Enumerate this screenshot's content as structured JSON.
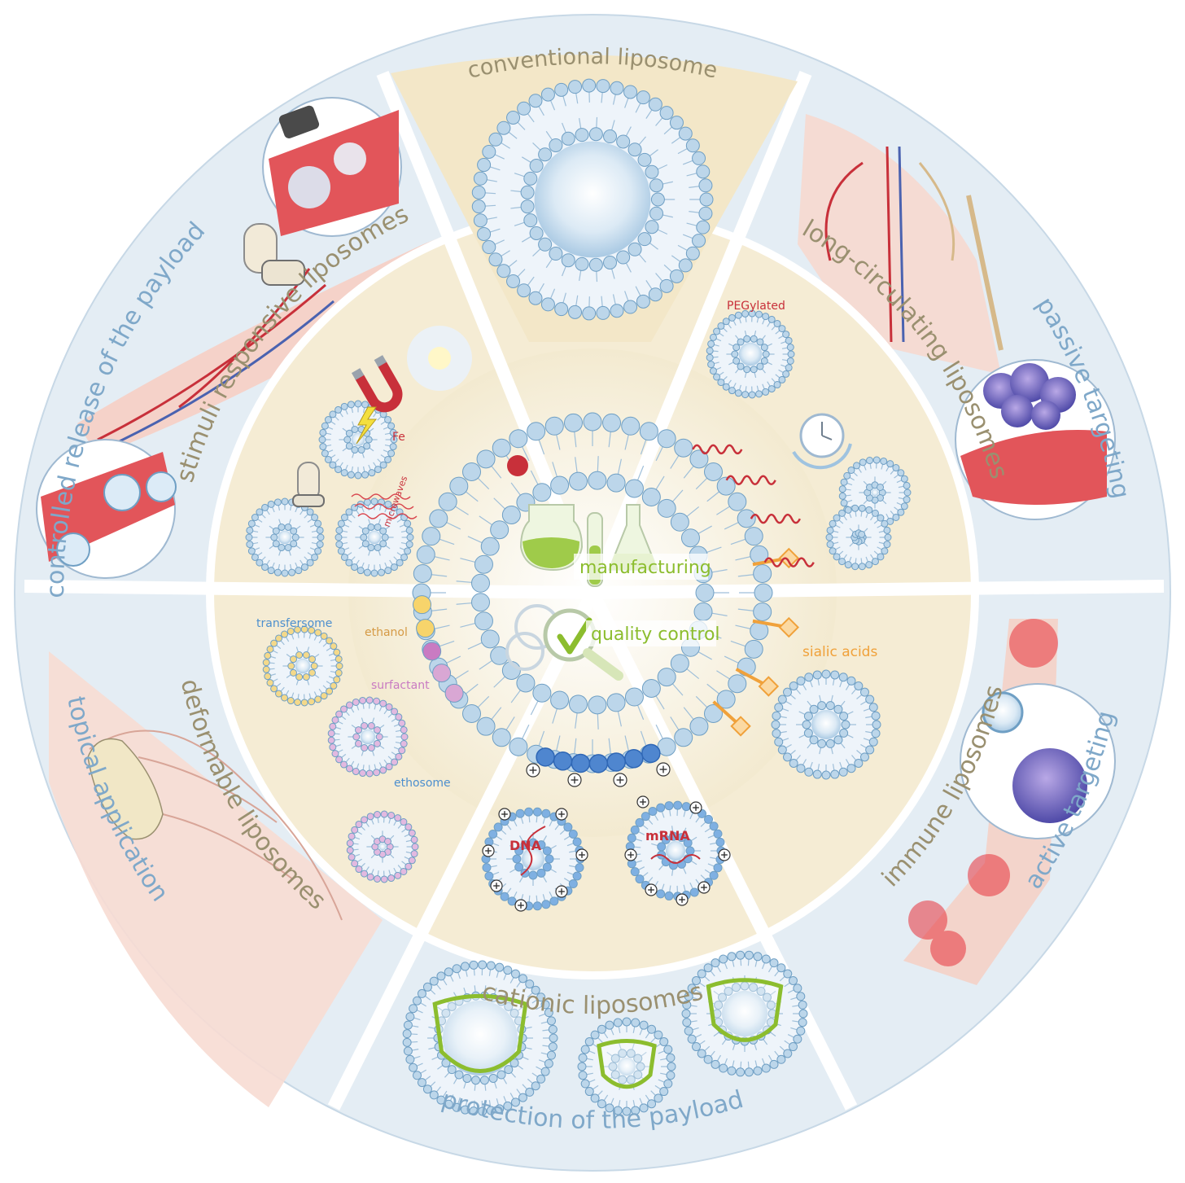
{
  "outer_labels": {
    "controlled_release": "controlled release of the payload",
    "passive_targeting": "passive targeting",
    "active_targeting": "active targeting",
    "protection": "protection of the payload",
    "topical": "topical application"
  },
  "inner_labels": {
    "conventional": "conventional liposome",
    "stimuli": "stimuli responsive liposomes",
    "long_circulating": "long-circulating liposomes",
    "immune": "immune liposomes",
    "cationic": "cationic liposomes",
    "deformable": "deformable liposomes"
  },
  "annotations": {
    "pegylated": "PEGylated",
    "fe": "Fe",
    "microwaves": "microwaves",
    "transfersome": "transfersome",
    "ethanol": "ethanol",
    "surfactant": "surfactant",
    "ethosome": "ethosome",
    "sialic_acids": "sialic acids",
    "dna": "DNA",
    "mrna": "mRNA",
    "plus": "+"
  },
  "center": {
    "manufacturing": "manufacturing",
    "quality_control": "quality control"
  },
  "colors": {
    "outer_bg": "#e4edf4",
    "inner_bg": "#f5ecd4",
    "lipid_head": "#bcd6ea",
    "lipid_stroke": "#6f9fc4",
    "outer_label": "#7fa8c9",
    "inner_label": "#9a9070",
    "green": "#8cbd2e",
    "red": "#c8303a",
    "orange": "#f0a13a",
    "purple": "#c97bc2",
    "dark_blue": "#2f67b5"
  }
}
